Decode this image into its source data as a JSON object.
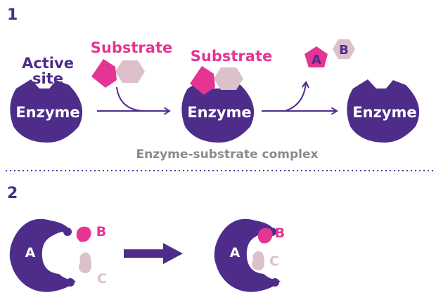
{
  "colors": {
    "purple": "#4e2d8a",
    "magenta": "#e43592",
    "pink": "#dcc0cc",
    "gray": "#8a8a8a",
    "dot_line": "#5a3aa0"
  },
  "panel1": {
    "number": "1",
    "active_site_line1": "Active",
    "active_site_line2": "site",
    "substrate_label_1": "Substrate",
    "substrate_label_2": "Substrate",
    "enzyme_label_1": "Enzyme",
    "enzyme_label_2": "Enzyme",
    "enzyme_label_3": "Enzyme",
    "product_a": "A",
    "product_b": "B",
    "complex_caption": "Enzyme-substrate complex"
  },
  "panel2": {
    "number": "2",
    "before_a": "A",
    "before_b": "B",
    "before_c": "C",
    "after_a": "A",
    "after_b": "B",
    "after_c": "C"
  }
}
